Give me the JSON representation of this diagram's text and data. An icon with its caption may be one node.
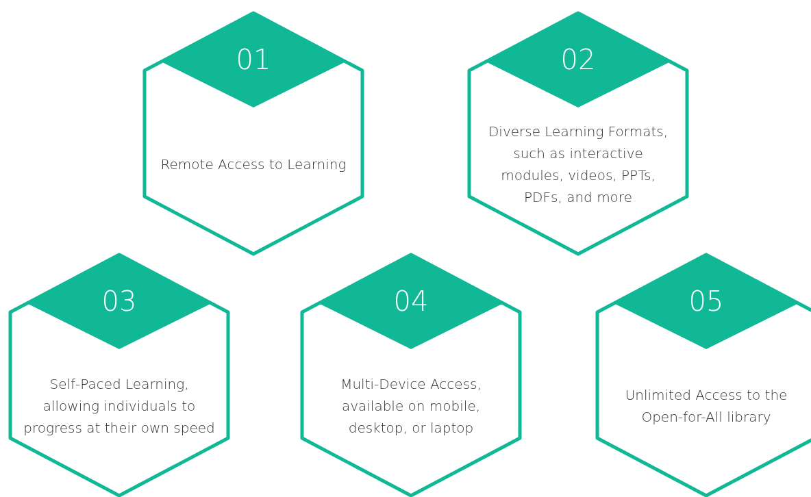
{
  "diagram": {
    "nodes": [
      {
        "text": [
          "01",
          "Remote Access to Learning"
        ]
      },
      {
        "text": [
          "02",
          "Diverse Learning Formats, such as interactive modules, videos, PPTs, PDFs, and more"
        ]
      },
      {
        "text": [
          "03",
          "Self-Paced Learning, allowing individuals to progress at their own speed"
        ]
      },
      {
        "text": [
          "04",
          "Multi-Device Access, available on mobile, desktop, or laptop"
        ]
      },
      {
        "text": [
          "05",
          "Unlimited Access to the Open-for-All library"
        ]
      }
    ],
    "edges": []
  }
}
